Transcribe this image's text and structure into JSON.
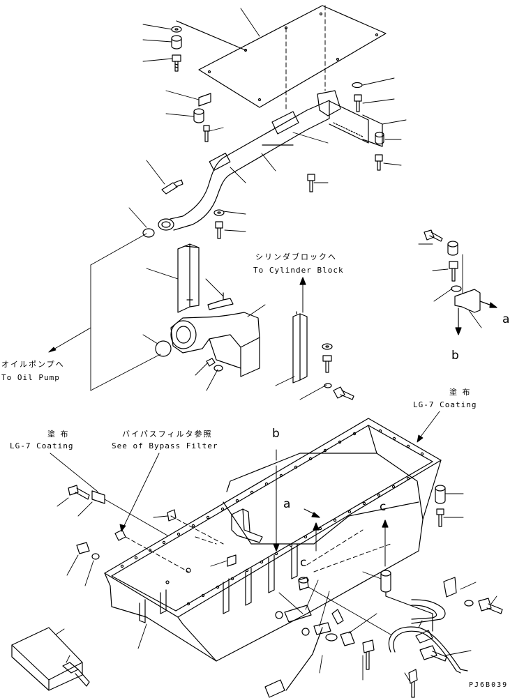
{
  "labels": {
    "to_cylinder_block_jp": "シリンダブロックへ",
    "to_cylinder_block_en": "To Cylinder Block",
    "to_oil_pump_jp": "オイルポンプへ",
    "to_oil_pump_en": "To Oil Pump",
    "coating_right_jp": "塗 布",
    "coating_right_en": "LG-7 Coating",
    "coating_left_jp": "塗 布",
    "coating_left_en": "LG-7 Coating",
    "bypass_jp": "バイパスフィルタ参照",
    "bypass_en": "See of Bypass Filter",
    "ref_a_upper": "a",
    "ref_b_upper": "b",
    "ref_a_lower": "a",
    "ref_b_lower": "b",
    "ref_c_left": "c",
    "ref_c_right": "c",
    "drawing_code": "PJ6B039"
  }
}
